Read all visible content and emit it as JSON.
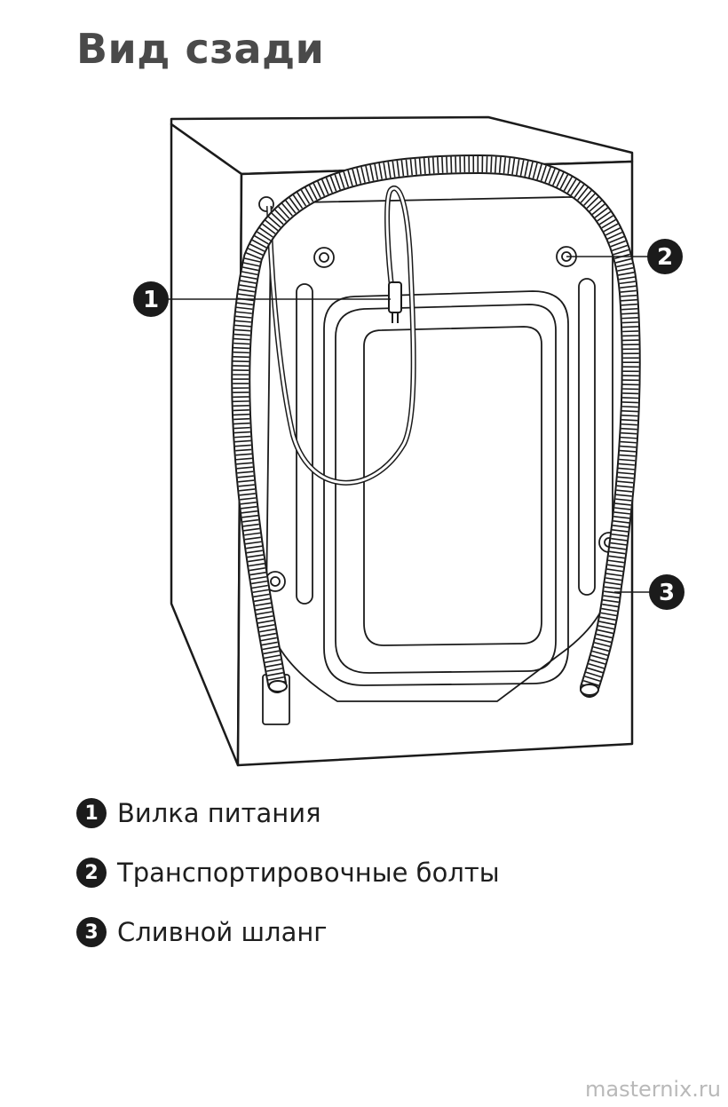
{
  "page": {
    "title": "Вид сзади"
  },
  "callouts": [
    {
      "number": "1",
      "label": "Вилка питания"
    },
    {
      "number": "2",
      "label": "Транспортировочные болты"
    },
    {
      "number": "3",
      "label": "Сливной шланг"
    }
  ],
  "footer": {
    "watermark": "masternix.ru"
  },
  "colors": {
    "line": "#1b1b1b",
    "badge": "#1b1b1b",
    "title": "#4a4a4a",
    "watermark": "#b9b9b9"
  }
}
